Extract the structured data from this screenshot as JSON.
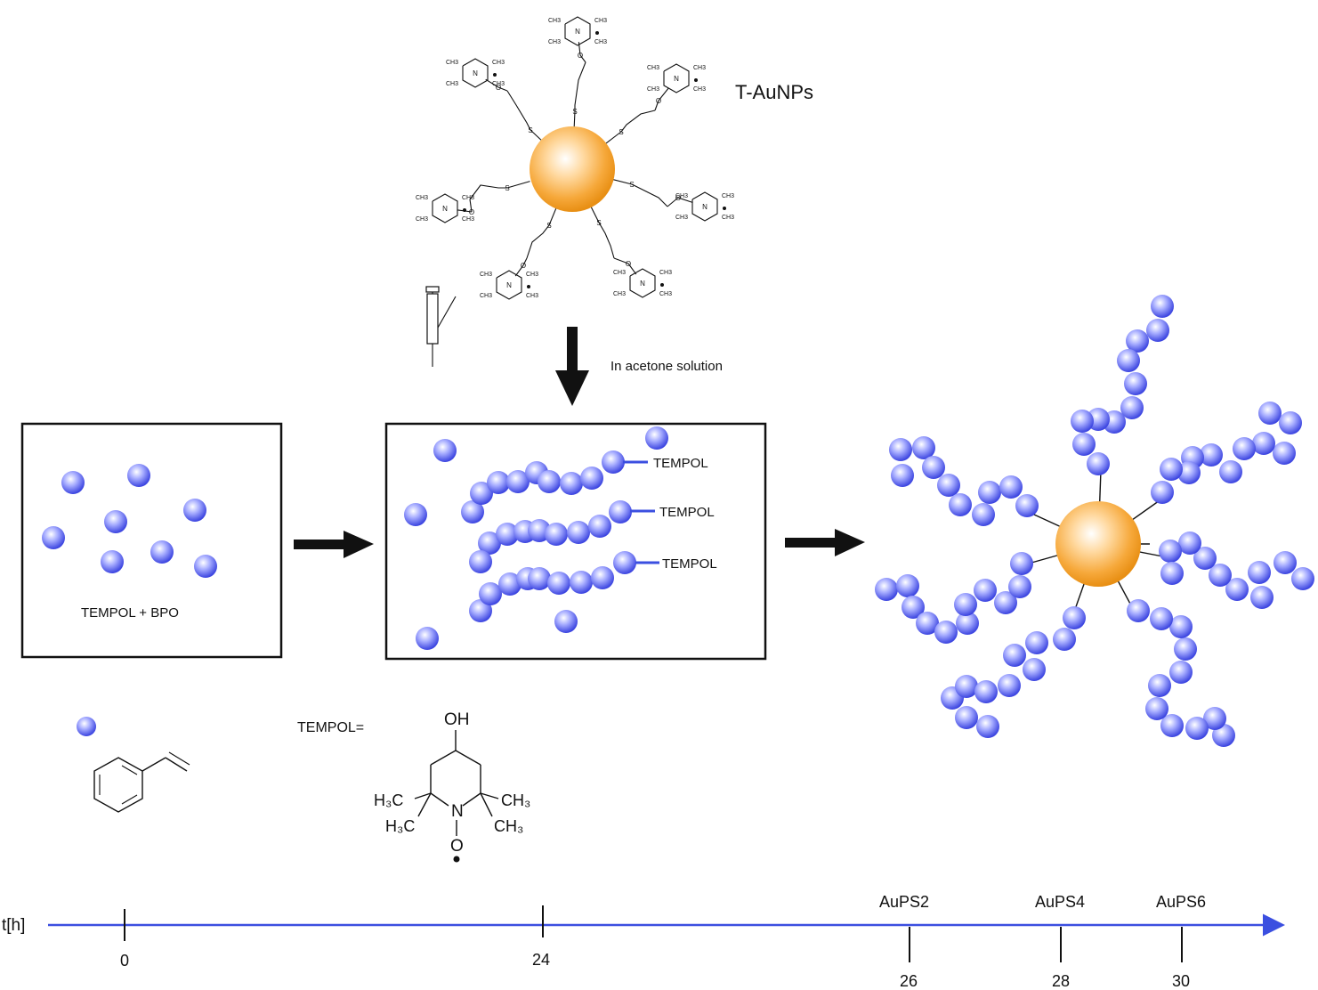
{
  "nanoparticle": {
    "label": "T-AuNPs"
  },
  "ligand": {
    "atom_labels": [
      "O",
      "S",
      "N",
      "O",
      "CH3"
    ],
    "radical_dot": "•"
  },
  "step_label": "In acetone solution",
  "boxes": {
    "left_label": "TEMPOL + BPO",
    "chain_end_labels": [
      "TEMPOL",
      "TEMPOL",
      "TEMPOL"
    ]
  },
  "legend": {
    "tempol_eq": "TEMPOL=",
    "tempol_structure": {
      "OH": "OH",
      "H3C_top": "H₃C",
      "CH3_top": "CH₃",
      "H3C_bottom": "H₃C",
      "CH3_bottom": "CH₃",
      "N": "N",
      "O": "O"
    }
  },
  "timeline": {
    "axis_label": "t[h]",
    "ticks": [
      {
        "value": "0",
        "sample": ""
      },
      {
        "value": "24",
        "sample": ""
      },
      {
        "value": "26",
        "sample": "AuPS2"
      },
      {
        "value": "28",
        "sample": "AuPS4"
      },
      {
        "value": "30",
        "sample": "AuPS6"
      }
    ]
  },
  "colors": {
    "gold": "#f4a21a",
    "bead": "#5a63e8",
    "axis": "#3b4fe0",
    "line": "#111111"
  }
}
